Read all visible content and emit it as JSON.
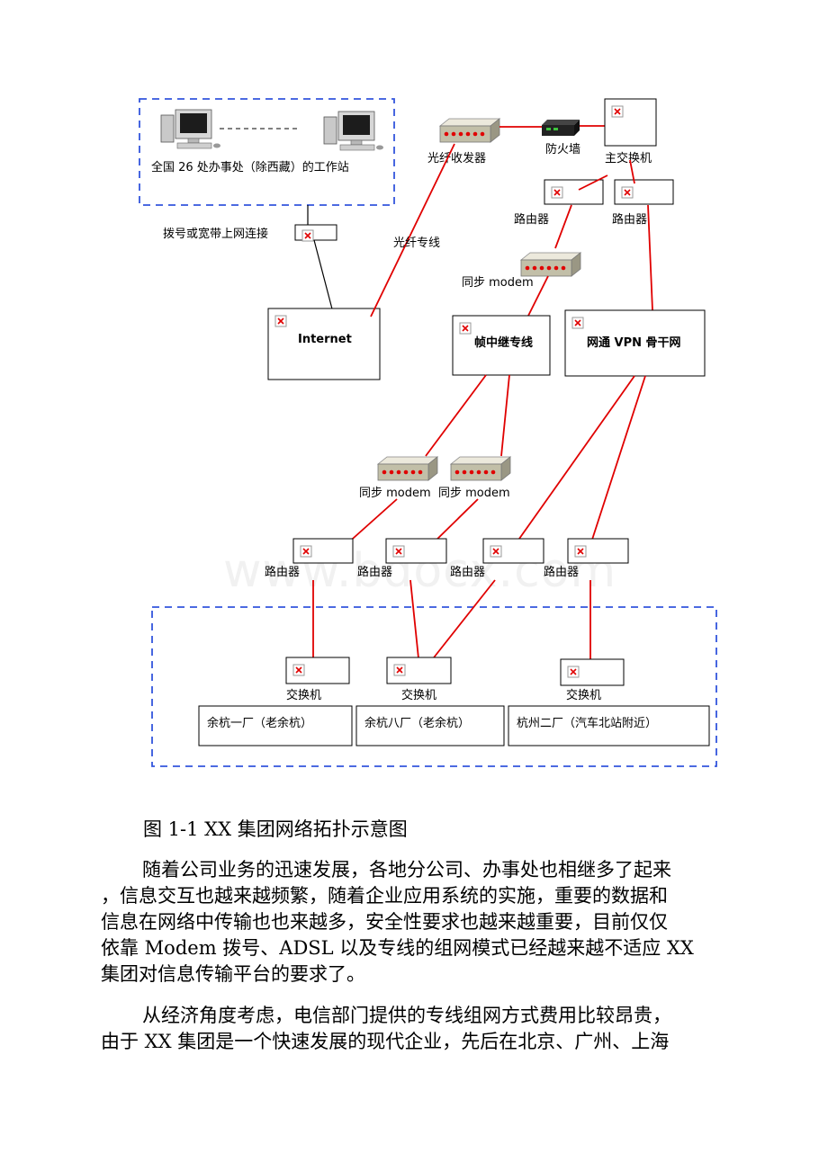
{
  "diagram": {
    "workstations_caption": "全国 26 处办事处（除西藏）的工作站",
    "dialup_label": "拨号或宽带上网连接",
    "fiber_transceiver_label": "光纤收发器",
    "firewall_label": "防火墙",
    "main_switch_label": "主交换机",
    "router_label": "路由器",
    "fiber_line_label": "光纤专线",
    "sync_modem_label": "同步 modem",
    "internet_label": "Internet",
    "frame_relay_label": "帧中继专线",
    "vpn_label": "网通 VPN 骨干网",
    "switch_label": "交换机",
    "sites": [
      "余杭一厂（老余杭）",
      "余杭八厂（老余杭）",
      "杭州二厂（汽车北站附近）"
    ]
  },
  "watermark": "www.bdocx.com",
  "caption": "图 1-1 XX 集团网络拓扑示意图",
  "paragraphs": [
    [
      "随着公司业务的迅速发展，各地分公司、办事处也相继多了起来",
      "，信息交互也越来越频繁，随着企业应用系统的实施，重要的数据和",
      "信息在网络中传输也也来越多，安全性要求也越来越重要，目前仅仅",
      "依靠 Modem 拨号、ADSL 以及专线的组网模式已经越来越不适应 XX",
      "集团对信息传输平台的要求了。"
    ],
    [
      "从经济角度考虑，电信部门提供的专线组网方式费用比较昂贵，",
      "由于 XX 集团是一个快速发展的现代企业，先后在北京、广州、上海"
    ]
  ]
}
